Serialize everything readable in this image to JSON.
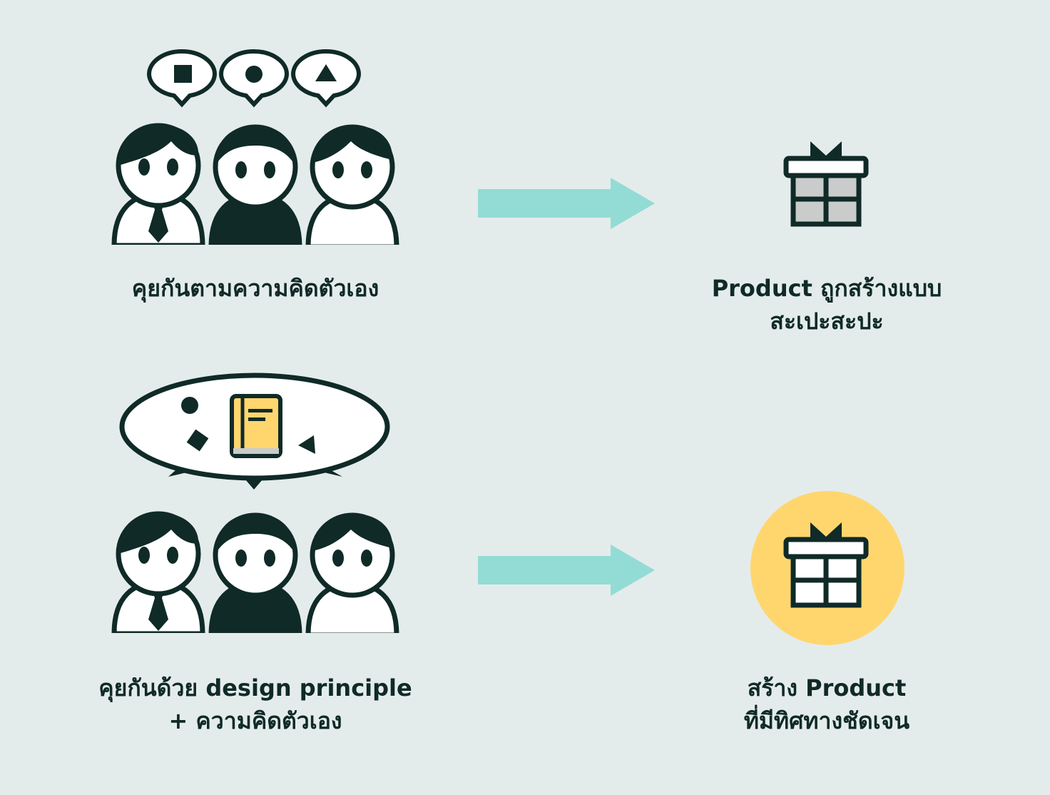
{
  "colors": {
    "background": "#E4ECEB",
    "ink": "#0F2A27",
    "arrow": "#93DCD5",
    "gift_fill_top": "#C9CCCB",
    "gift_circle_bottom": "#FFD66E",
    "book": "#FFD66E"
  },
  "rows": [
    {
      "left_label_lines": [
        "คุยกันตามความคิดตัวเอง"
      ],
      "right_label_lines": [
        "Product ถูกสร้างแบบ",
        "สะเปะสะปะ"
      ],
      "bubble_icons": [
        "square-icon",
        "circle-icon",
        "triangle-icon"
      ],
      "result_icon": "gift-icon"
    },
    {
      "left_label_lines": [
        "คุยกันด้วย design principle",
        "+ ความคิดตัวเอง"
      ],
      "right_label_lines": [
        "สร้าง Product",
        "ที่มีทิศทางชัดเจน"
      ],
      "bubble_icons": [
        "book-icon",
        "circle-icon",
        "diamond-icon",
        "triangle-icon"
      ],
      "result_icon": "gift-icon"
    }
  ]
}
